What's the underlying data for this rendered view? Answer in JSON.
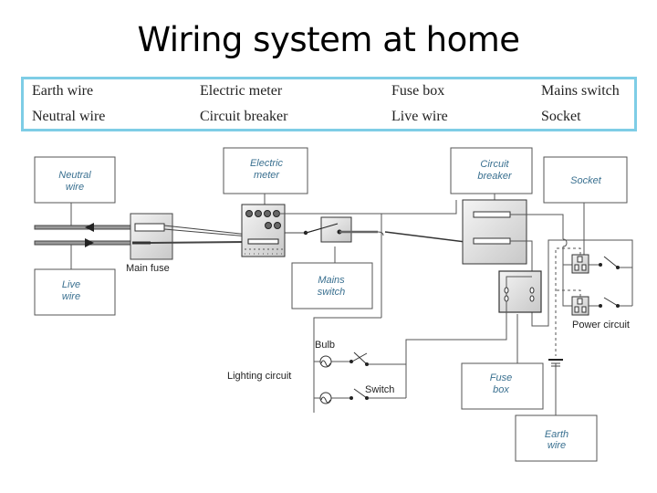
{
  "title": "Wiring system at home",
  "word_bank": {
    "row1": [
      "Earth wire",
      "Electric meter",
      "Fuse box",
      "Mains switch"
    ],
    "row2": [
      "Neutral wire",
      "Circuit breaker",
      "Live wire",
      "Socket"
    ]
  },
  "diagram": {
    "boxes": {
      "neutral_wire": [
        "Neutral",
        "wire"
      ],
      "live_wire": [
        "Live",
        "wire"
      ],
      "electric_meter": [
        "Electric",
        "meter"
      ],
      "mains_switch": [
        "Mains",
        "switch"
      ],
      "circuit_breaker": [
        "Circuit",
        "breaker"
      ],
      "socket": [
        "Socket"
      ],
      "fuse_box": [
        "Fuse",
        "box"
      ],
      "earth_wire": [
        "Earth",
        "wire"
      ]
    },
    "labels": {
      "main_fuse": "Main fuse",
      "bulb": "Bulb",
      "lighting_circuit": "Lighting circuit",
      "switch": "Switch",
      "power_circuit": "Power circuit"
    },
    "colors": {
      "border": "#7ecde6",
      "box_label": "#3a7090",
      "line": "#555555"
    }
  }
}
